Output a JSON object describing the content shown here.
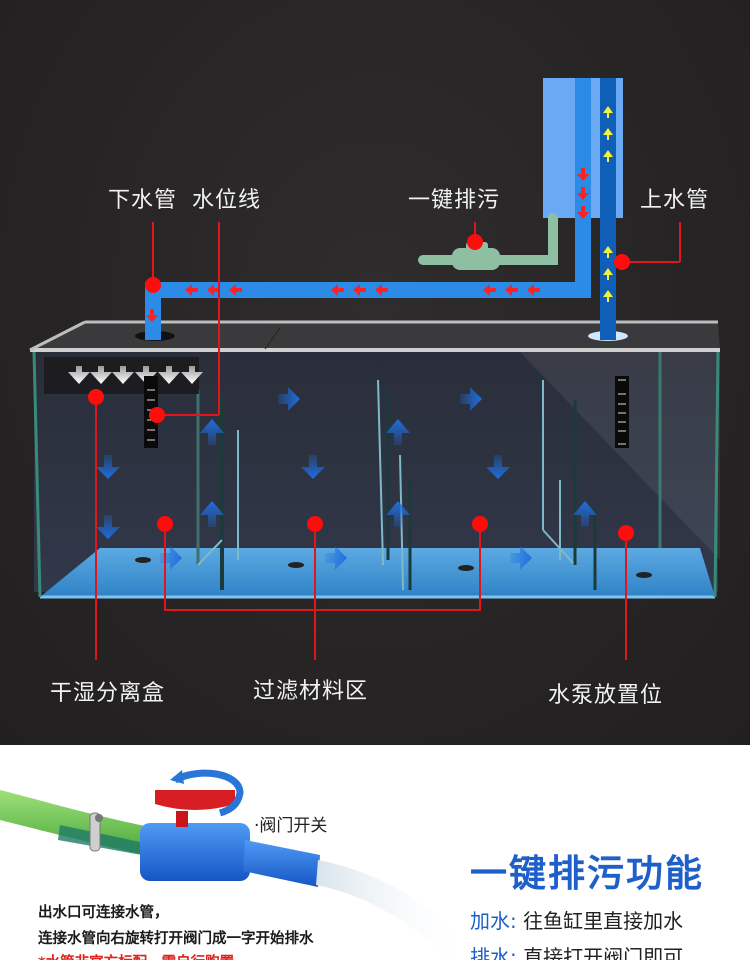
{
  "diagram": {
    "title": "Sump filter tank water-flow diagram",
    "top_labels": {
      "downpipe": "下水管",
      "water_level": "水位线",
      "one_key_drain": "一键排污",
      "uppipe": "上水管"
    },
    "bottom_labels": {
      "dry_wet_box": "干湿分离盒",
      "filter_zone": "过滤材料区",
      "pump_position": "水泵放置位"
    },
    "colors": {
      "background": "#272425",
      "pipe_blue": "#2b8be6",
      "pipe_dark_blue": "#0f5fb8",
      "pipe_light_blue": "#6aaaf5",
      "drain_pipe_green": "#8fbfa3",
      "marker_red": "#ff1010",
      "flow_arrow_blue": "#1e6fe0",
      "up_arrow_yellow": "#f2f23a",
      "water_floor": "#3a96d8"
    }
  },
  "valve_section": {
    "valve_label": "·阀门开关",
    "instructions": [
      "出水口可连接水管，",
      "连接水管向右旋转打开阀门成一字开始排水",
      "*水管非官方标配，需自行购置"
    ],
    "feature_title": "一键排污功能",
    "features": [
      {
        "key": "加水:",
        "value": "往鱼缸里直接加水"
      },
      {
        "key": "排水:",
        "value": "直接打开阀门即可"
      }
    ]
  }
}
